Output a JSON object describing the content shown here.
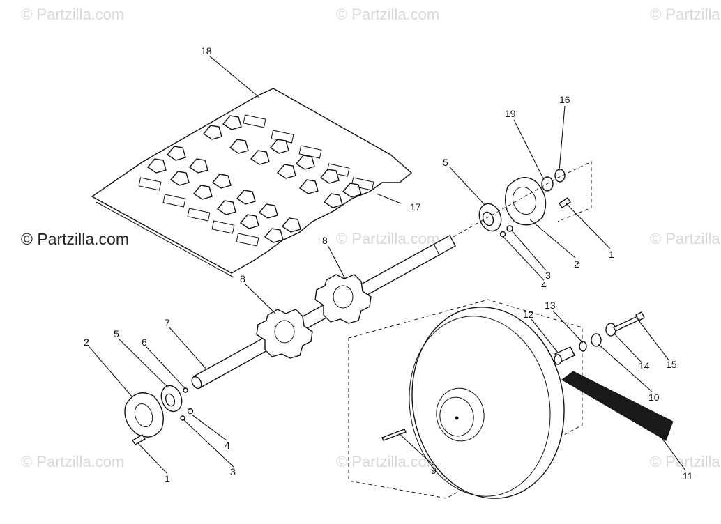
{
  "watermark": {
    "text": "© Partzilla.com"
  },
  "callouts": {
    "c18": "18",
    "c17": "17",
    "c19": "19",
    "c16": "16",
    "c5_right": "5",
    "c3_right": "3",
    "c4_right": "4",
    "c2_right": "2",
    "c1_right": "1",
    "c8_upper": "8",
    "c8_lower": "8",
    "c7": "7",
    "c2_left": "2",
    "c5_left": "5",
    "c6": "6",
    "c4_left": "4",
    "c3_left": "3",
    "c1_left": "1",
    "c12": "12",
    "c13": "13",
    "c14": "14",
    "c15": "15",
    "c10": "10",
    "c9": "9",
    "c11": "11"
  }
}
